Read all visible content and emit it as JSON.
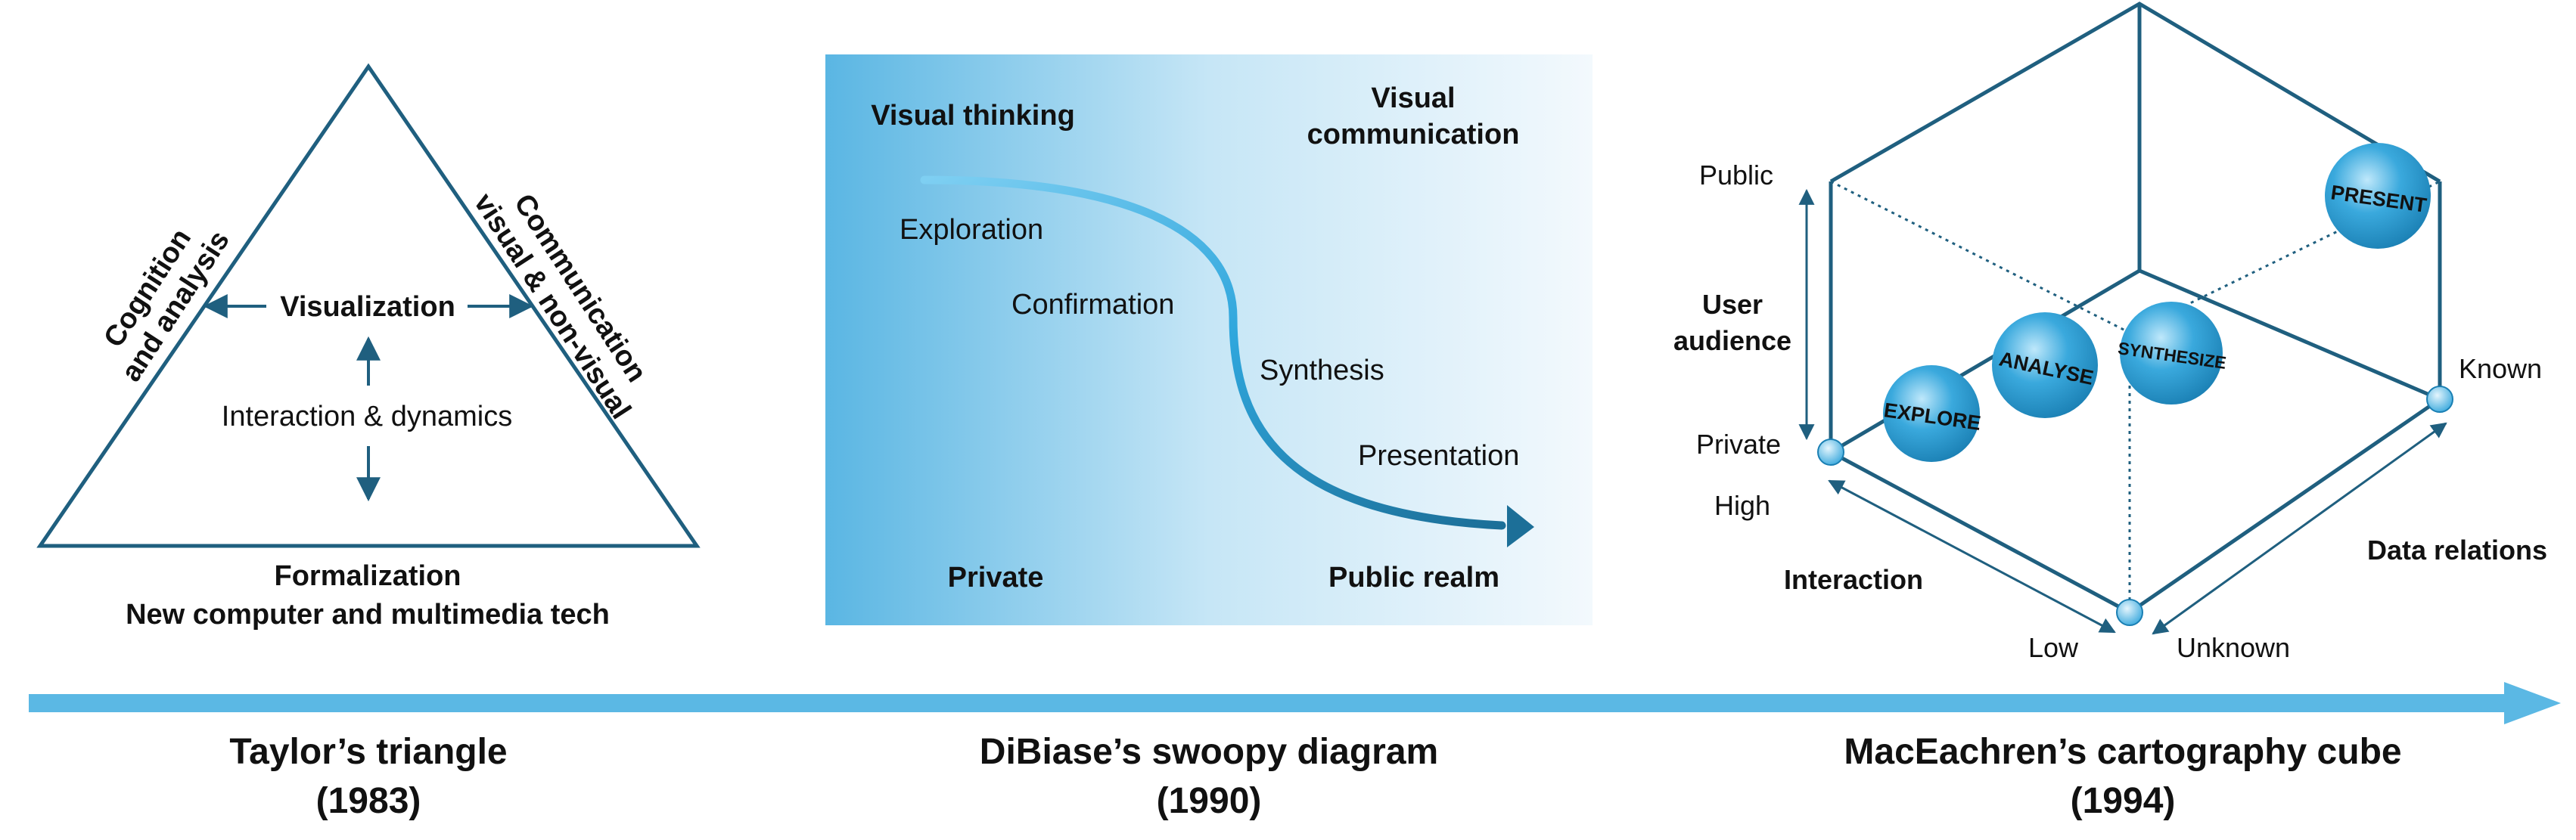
{
  "taylor": {
    "left_side": [
      "Cognition",
      "and analysis"
    ],
    "right_side": [
      "Communication",
      "visual & non-visual"
    ],
    "center": "Visualization",
    "middle": "Interaction & dynamics",
    "bottom": [
      "Formalization",
      "New computer and multimedia tech"
    ],
    "caption": [
      "Taylor’s triangle",
      "(1983)"
    ]
  },
  "dibiase": {
    "top_left": "Visual thinking",
    "top_right": [
      "Visual",
      "communication"
    ],
    "stages": [
      "Exploration",
      "Confirmation",
      "Synthesis",
      "Presentation"
    ],
    "bottom_left": "Private",
    "bottom_right": "Public realm",
    "caption": [
      "DiBiase’s swoopy diagram",
      "(1990)"
    ]
  },
  "maceachren": {
    "public": "Public",
    "private": "Private",
    "user_audience": [
      "User",
      "audience"
    ],
    "high": "High",
    "low": "Low",
    "interaction": "Interaction",
    "known": "Known",
    "unknown": "Unknown",
    "data_relations": "Data relations",
    "spheres": [
      "EXPLORE",
      "ANALYSE",
      "SYNTHESIZE",
      "PRESENT"
    ],
    "caption": [
      "MacEachren’s cartography cube",
      "(1994)"
    ]
  },
  "colors": {
    "line": "#1f5f7f",
    "arrow": "#5bb8e4",
    "sphere": "#3aa9dd",
    "gradient_dark": "#5ab6e3",
    "gradient_light": "#ffffff"
  }
}
